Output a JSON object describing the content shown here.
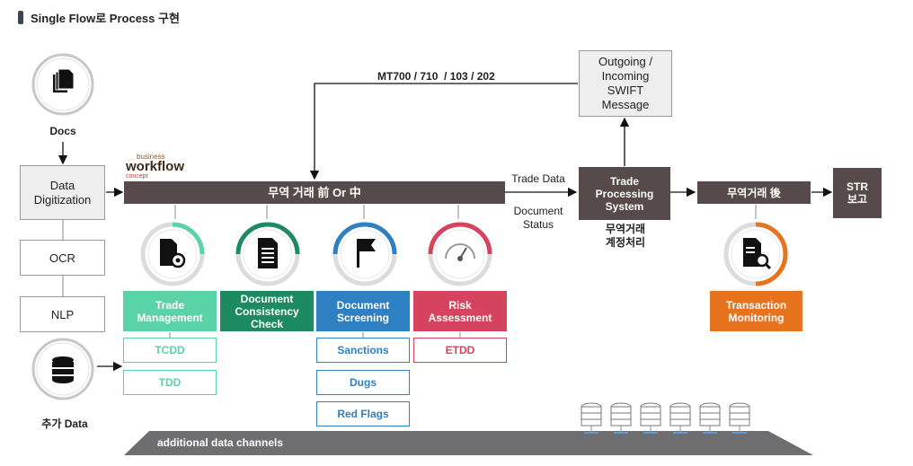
{
  "title": "Single Flow로 Process 구현",
  "left": {
    "docs_label": "Docs",
    "data_digitization": "Data\nDigitization",
    "ocr": "OCR",
    "nlp": "NLP",
    "extra_data_label": "추가 Data"
  },
  "workflow_logo": {
    "line1": "business",
    "line2": "workflow",
    "line3": "concept"
  },
  "main_bar": "무역 거래 前 Or 中",
  "swift": {
    "box": "Outgoing /\nIncoming\nSWIFT\nMessage",
    "msg_types": "MT700 / 710  / 103 / 202"
  },
  "trade_data": "Trade Data",
  "document_status": "Document\nStatus",
  "tps": {
    "box": "Trade\nProcessing\nSystem",
    "caption": "무역거래\n계정처리"
  },
  "post_bar": "무역거래 後",
  "str": "STR\n보고",
  "modules": [
    {
      "title": "Trade\nManagement",
      "color": "#5bd3a8",
      "subs": [
        "TCDD",
        "TDD"
      ]
    },
    {
      "title": "Document\nConsistency\nCheck",
      "color": "#1e8a62",
      "subs": []
    },
    {
      "title": "Document\nScreening",
      "color": "#2f7fc3",
      "subs": [
        "Sanctions",
        "Dugs",
        "Red Flags"
      ]
    },
    {
      "title": "Risk\nAssessment",
      "color": "#d6435e",
      "subs": [
        "ETDD"
      ]
    }
  ],
  "transaction_monitoring": {
    "title": "Transaction\nMonitoring",
    "color": "#e8731e"
  },
  "bottom_bar": "additional data channels",
  "colors": {
    "dark_box": "#564a4c",
    "gray_ring": "#c7c7c7"
  }
}
